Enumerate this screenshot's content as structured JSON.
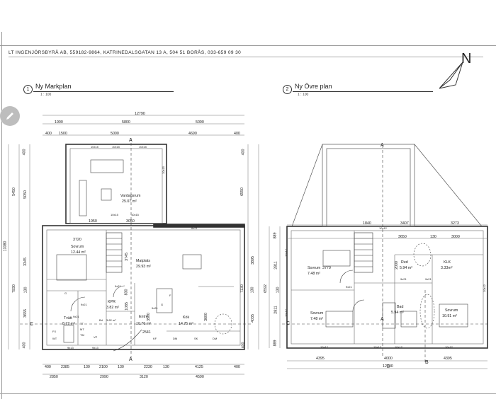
{
  "header": {
    "text": "LT INGENJÖRSBYRÅ AB, 559182-9864, KATRINEDALSGATAN 13 A, 504 51 BORÅS, 033-659 09 30"
  },
  "north_label": "N",
  "plan1": {
    "number": "1",
    "title": "Ny Markplan",
    "scale": "1 : 100",
    "dims_top": [
      "12790",
      "1900",
      "5800",
      "5090",
      "400",
      "1500",
      "5000",
      "4690",
      "400"
    ],
    "dims_bottom": [
      "400",
      "2385",
      "130",
      "2100",
      "130",
      "2230",
      "130",
      "4125",
      "400",
      "2850",
      "2990",
      "3120",
      "4590"
    ],
    "dims_left": [
      "400",
      "5450",
      "13380",
      "5050",
      "3345",
      "7930",
      "130",
      "3655",
      "400"
    ],
    "dims_right": [
      "400",
      "6550",
      "3895",
      "7130",
      "130",
      "4035",
      "400"
    ],
    "inner_dims": [
      "1950",
      "3050",
      "3720",
      "3745",
      "830",
      "1085",
      "3500",
      "3600",
      "2541"
    ],
    "small_labels": [
      "10x15",
      "10x15",
      "10x15",
      "10x15",
      "10x15",
      "10x15",
      "6x21",
      "9x21",
      "9x21",
      "9x13",
      "9x13",
      "9x21",
      "9x21"
    ],
    "markers": [
      "A",
      "A",
      "C"
    ],
    "rooms": [
      {
        "name": "Vardagsrum",
        "area": "25.07 m²"
      },
      {
        "name": "Sovrum",
        "area": "12.44 m²"
      },
      {
        "name": "Matplats",
        "area": "29.93 m²"
      },
      {
        "name": "KPR",
        "area": "3.82 m²"
      },
      {
        "name": "Tvätt",
        "area": "8.72 m²"
      },
      {
        "name": "Entré",
        "area": "10.76 m²"
      },
      {
        "name": "Kök",
        "area": "14.75 m²"
      },
      {
        "name": "Bd",
        "area": "3.82 m²"
      }
    ],
    "fixtures": [
      "WT",
      "FX",
      "MT",
      "TT",
      "TM",
      "VP",
      "KF",
      "DM",
      "SK",
      "DM",
      "F",
      "G",
      "G"
    ]
  },
  "plan2": {
    "number": "2",
    "title": "Ny Övre plan",
    "scale": "1 : 100",
    "dims_top": [
      "1840",
      "3407",
      "3273",
      "3650",
      "130",
      "3000"
    ],
    "dims_bottom": [
      "4395",
      "4000",
      "4395",
      "12790"
    ],
    "dims_left": [
      "889",
      "2811",
      "6592",
      "130",
      "2811",
      "889"
    ],
    "inner_dims": [
      "3770",
      "2000"
    ],
    "small_labels": [
      "10x12",
      "10x12",
      "10x12",
      "10x12",
      "10x12",
      "10x12",
      "10x12",
      "10x12",
      "9x21",
      "9x21",
      "9x21"
    ],
    "markers": [
      "A",
      "A",
      "B",
      "B",
      "C"
    ],
    "rooms": [
      {
        "name": "Sovrum",
        "area": "7.48 m²"
      },
      {
        "name": "Sovrum",
        "area": "7.48 m²"
      },
      {
        "name": "Red",
        "area": "5.94 m²"
      },
      {
        "name": "KLK",
        "area": "3.33m²"
      },
      {
        "name": "Bad",
        "area": "5.94 m²"
      },
      {
        "name": "Sovrum",
        "area": "10.91 m²"
      }
    ]
  }
}
